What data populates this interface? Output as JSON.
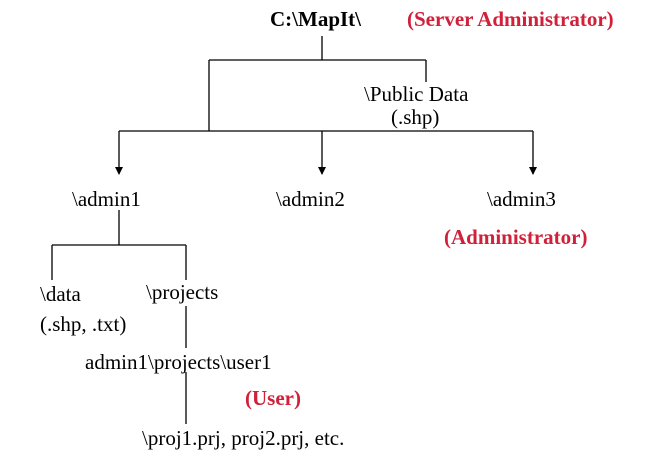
{
  "colors": {
    "role": "#d0203a",
    "text": "#000000",
    "line": "#000000"
  },
  "root": {
    "label": "C:\\MapIt\\",
    "role": "(Server Administrator)"
  },
  "public_data": {
    "label": "\\Public Data",
    "sub": "(.shp)"
  },
  "admins": [
    {
      "label": "\\admin1"
    },
    {
      "label": "\\admin2"
    },
    {
      "label": "\\admin3",
      "role": "(Administrator)"
    }
  ],
  "admin1_children": {
    "data": {
      "label": "\\data",
      "sub": "(.shp, .txt)"
    },
    "projects": {
      "label": "\\projects"
    }
  },
  "user": {
    "path": "admin1\\projects\\user1",
    "role": "(User)",
    "files": "\\proj1.prj, proj2.prj, etc."
  }
}
